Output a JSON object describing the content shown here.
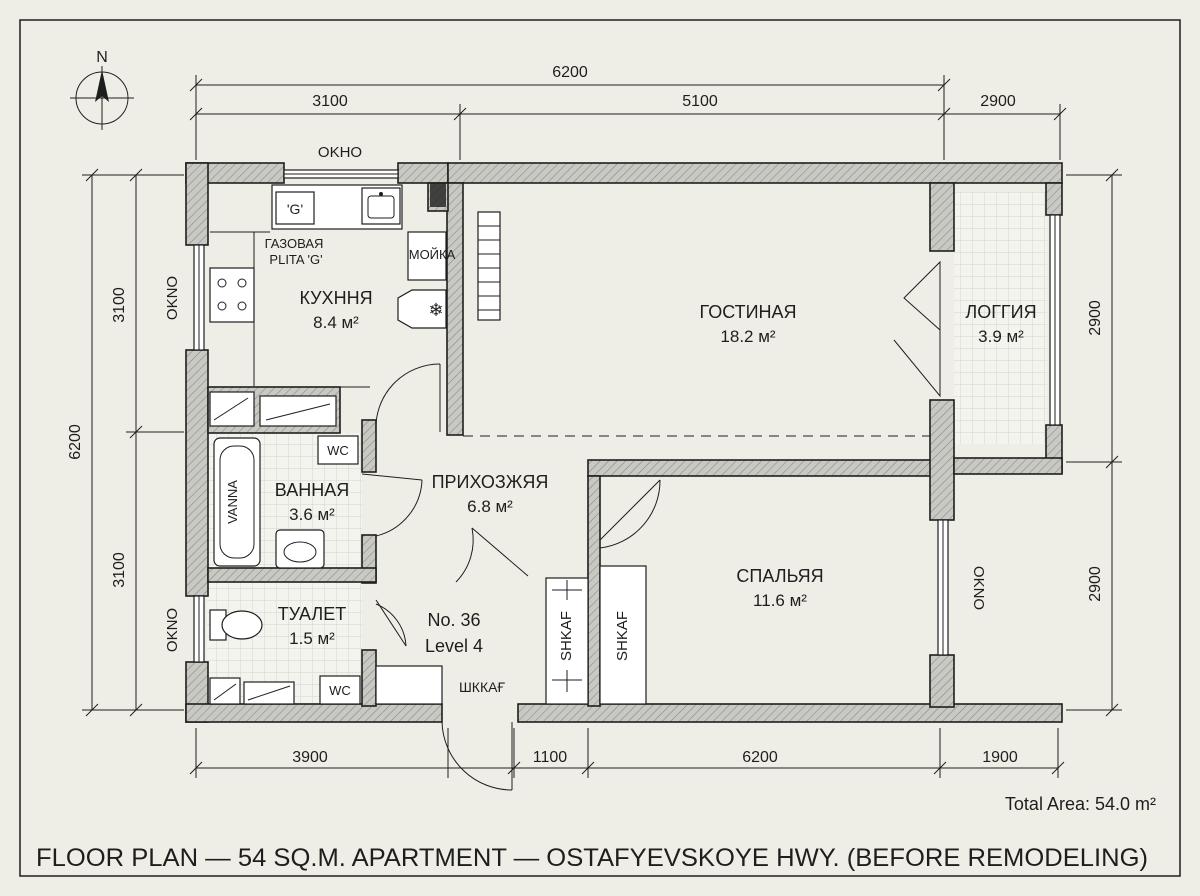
{
  "compass": {
    "north_label": "N"
  },
  "dimensions": {
    "top_overall": "6200",
    "top_left": "3100",
    "top_middle": "5100",
    "top_right": "2900",
    "left_overall": "6200",
    "left_upper": "3100",
    "left_lower": "3100",
    "right_upper": "2900",
    "right_lower": "2900",
    "bottom_left": "3900",
    "bottom_mid": "1100",
    "bottom_center": "6200",
    "bottom_right": "1900"
  },
  "windows": {
    "kitchen_top": "OKHO",
    "kitchen_left": "OKNO",
    "wc_left": "OKNO",
    "bedroom_right": "OKNO"
  },
  "rooms": {
    "kitchen": {
      "name": "КУХННЯ",
      "area": "8.4 м²"
    },
    "living": {
      "name": "ГОСТИНАЯ",
      "area": "18.2 м²"
    },
    "loggia": {
      "name": "ЛОГГИЯ",
      "area": "3.9 м²"
    },
    "bathroom": {
      "name": "ВАННАЯ",
      "area": "3.6 м²"
    },
    "hall": {
      "name": "ПРИХОЗЖЯЯ",
      "area": "6.8 м²"
    },
    "toilet": {
      "name": "ТУАЛЕТ",
      "area": "1.5 м²"
    },
    "bedroom": {
      "name": "СПАЛЬЯЯ",
      "area": "11.6 м²"
    }
  },
  "fixtures": {
    "gas_box": "'G'",
    "stove_label_1": "ГАЗОВАЯ",
    "stove_label_2": "PLITA 'G'",
    "sink_label": "МОЙКА",
    "bath_label": "VANNA",
    "wc_bath": "WC",
    "wc_toilet": "WC",
    "closet_hall": "SHKAF",
    "closet_bed": "SHKAF",
    "closet_note": "ШККАҒ"
  },
  "unit": {
    "number": "No. 36",
    "level": "Level 4"
  },
  "total_area": "Total Area: 54.0 m²",
  "title": "FLOOR PLAN — 54 SQ.M. APARTMENT — OSTAFYEVSKOYE HWY. (BEFORE REMODELING)"
}
